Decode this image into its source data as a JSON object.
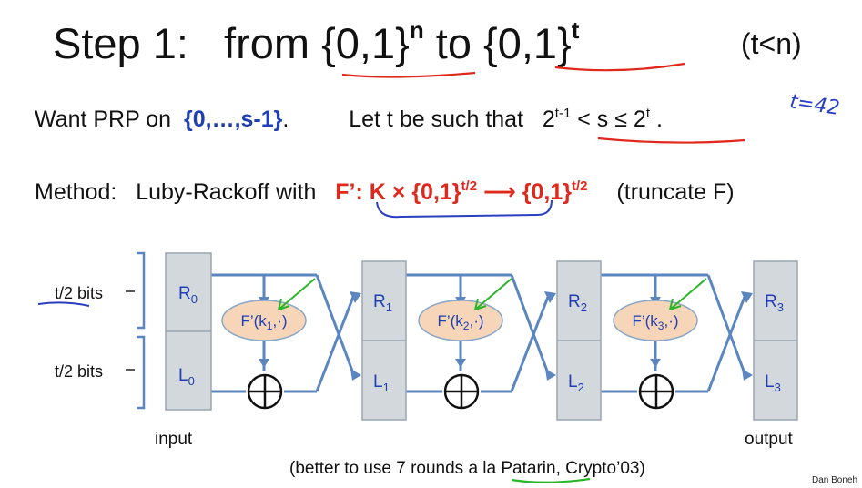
{
  "title": {
    "prefix": "Step 1:",
    "from_word": "from",
    "set_from": "{0,1}",
    "exp_from": "n",
    "to_word": "to",
    "set_to": "{0,1}",
    "exp_to": "t",
    "condition": "(t<n)"
  },
  "annotation_t": "t=42",
  "line2": {
    "text1": "Want PRP on",
    "domain": "{0,…,s-1}",
    "dot": ".",
    "text2": "Let  t  be such that",
    "base1": "2",
    "exp1": "t-1",
    "ineq": " < s ≤ ",
    "base2": "2",
    "exp2": "t",
    "end": "."
  },
  "line3": {
    "label": "Method:",
    "text": "Luby-Rackoff with",
    "func": "F’:  K × {0,1}",
    "func_exp": "t/2",
    "arrow": " ⟶ ",
    "range": "{0,1}",
    "range_exp": "t/2",
    "note": "(truncate F)"
  },
  "diagram": {
    "bits_top": "t/2 bits",
    "bits_bottom": "t/2 bits",
    "input_label": "input",
    "output_label": "output",
    "r_labels": [
      {
        "base": "R",
        "sub": "0"
      },
      {
        "base": "R",
        "sub": "1"
      },
      {
        "base": "R",
        "sub": "2"
      },
      {
        "base": "R",
        "sub": "3"
      }
    ],
    "l_labels": [
      {
        "base": "L",
        "sub": "0"
      },
      {
        "base": "L",
        "sub": "1"
      },
      {
        "base": "L",
        "sub": "2"
      },
      {
        "base": "L",
        "sub": "3"
      }
    ],
    "f_labels": [
      {
        "pre": "F’(k",
        "sub": "1",
        "post": ",·)"
      },
      {
        "pre": "F’(k",
        "sub": "2",
        "post": ",·)"
      },
      {
        "pre": "F’(k",
        "sub": "3",
        "post": ",·)"
      }
    ],
    "footnote_pre": "(better to use 7 rounds a la ",
    "footnote_name": "Patarin",
    "footnote_post": ", Crypto’03)"
  },
  "author": "Dan Boneh",
  "colors": {
    "blue_text": "#1f3fb3",
    "red_text": "#e0281c",
    "wire": "#5b86bf",
    "box_fill": "#d3d8dd",
    "ellipse_fill": "#f6d5b9",
    "green_ink": "#2bb52b"
  }
}
